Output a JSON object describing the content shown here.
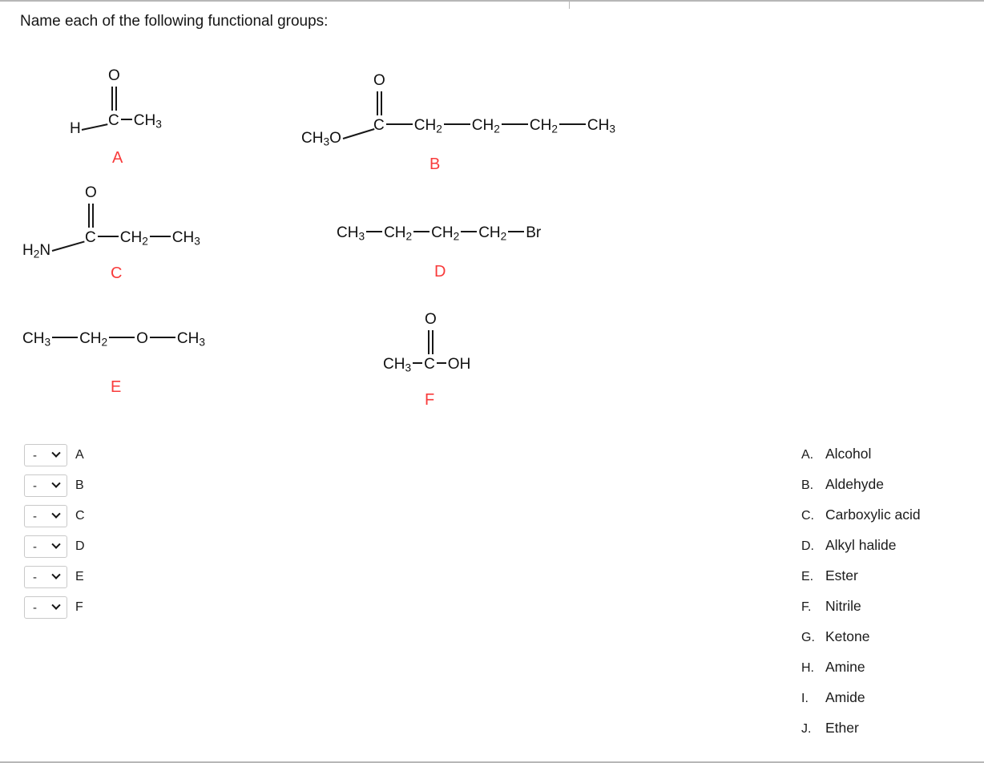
{
  "colors": {
    "label-red": "#f83b3b",
    "border-gray": "#b7b7b7"
  },
  "title": "Name each of the following functional groups:",
  "structures": {
    "A": {
      "label": "A",
      "carbonyl_o": "O",
      "left_group": "H",
      "chain": [
        "C",
        "CH3"
      ]
    },
    "B": {
      "label": "B",
      "carbonyl_o": "O",
      "left_group": "CH3O",
      "chain": [
        "C",
        "CH2",
        "CH2",
        "CH2",
        "CH3"
      ]
    },
    "C": {
      "label": "C",
      "carbonyl_o": "O",
      "left_group": "H2N",
      "chain": [
        "C",
        "CH2",
        "CH3"
      ]
    },
    "D": {
      "label": "D",
      "chain": [
        "CH3",
        "CH2",
        "CH2",
        "CH2",
        "Br"
      ]
    },
    "E": {
      "label": "E",
      "chain": [
        "CH3",
        "CH2",
        "O",
        "CH3"
      ]
    },
    "F": {
      "label": "F",
      "carbonyl_o": "O",
      "chain": [
        "CH3",
        "C",
        "OH"
      ]
    }
  },
  "dropdowns": [
    {
      "value": "-",
      "label": "A"
    },
    {
      "value": "-",
      "label": "B"
    },
    {
      "value": "-",
      "label": "C"
    },
    {
      "value": "-",
      "label": "D"
    },
    {
      "value": "-",
      "label": "E"
    },
    {
      "value": "-",
      "label": "F"
    }
  ],
  "options": [
    {
      "letter": "A.",
      "label": "Alcohol"
    },
    {
      "letter": "B.",
      "label": "Aldehyde"
    },
    {
      "letter": "C.",
      "label": "Carboxylic acid"
    },
    {
      "letter": "D.",
      "label": "Alkyl halide"
    },
    {
      "letter": "E.",
      "label": "Ester"
    },
    {
      "letter": "F.",
      "label": "Nitrile"
    },
    {
      "letter": "G.",
      "label": "Ketone"
    },
    {
      "letter": "H.",
      "label": "Amine"
    },
    {
      "letter": "I.",
      "label": "Amide"
    },
    {
      "letter": "J.",
      "label": "Ether"
    }
  ]
}
